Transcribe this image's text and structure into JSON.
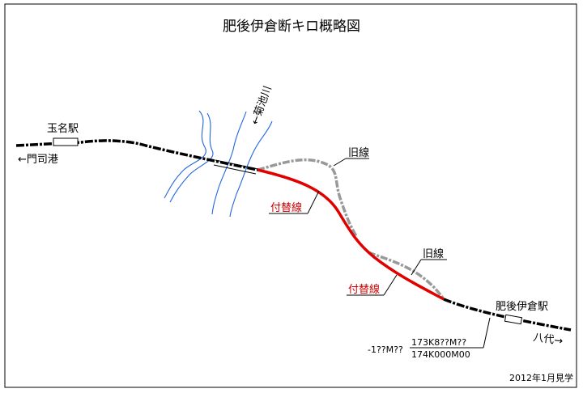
{
  "title": "肥後伊倉断キロ概略図",
  "stations": {
    "tamana": "玉名駅",
    "higo_ikura": "肥後伊倉駅"
  },
  "directions": {
    "mojiko": "←門司港",
    "yatsushiro": "八代→"
  },
  "river": "←菊池川",
  "labels": {
    "old_line_upper": "旧線",
    "old_line_lower": "旧線",
    "new_line_upper": "付替線",
    "new_line_lower": "付替線"
  },
  "km_marks": {
    "left": "-1??M??",
    "upper": "173K8??M??",
    "lower": "174K000M00"
  },
  "footer": "2012年1月見学",
  "colors": {
    "main_line": "#000000",
    "new_line": "#e00000",
    "old_line": "#999999",
    "river": "#2266dd",
    "new_label": "#cc0000"
  }
}
